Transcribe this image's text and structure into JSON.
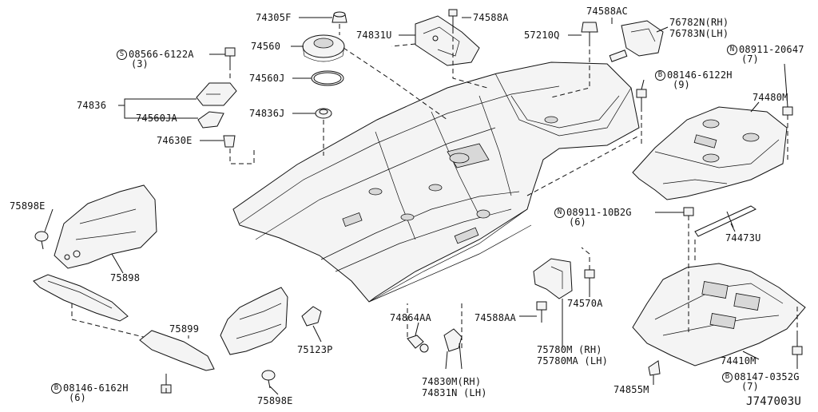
{
  "labels": {
    "p74305F": "74305F",
    "p74560": "74560",
    "p74560J": "74560J",
    "p74836J": "74836J",
    "p74831U": "74831U",
    "p74588A": "74588A",
    "p57210Q": "57210Q",
    "p74588AC": "74588AC",
    "p76782N": "76782N(RH)",
    "p76783N": "76783N(LH)",
    "p08911_20647": "08911-20647",
    "p08911_20647_qty": "(7)",
    "p08146_6122H": "08146-6122H",
    "p08146_6122H_qty": "(9)",
    "p74480M": "74480M",
    "p08566_6122A": "08566-6122A",
    "p08566_6122A_qty": "(3)",
    "p74836": "74836",
    "p74560JA": "74560JA",
    "p74630E": "74630E",
    "p75898E_left": "75898E",
    "p75898": "75898",
    "p08911_10B2G": "08911-10B2G",
    "p08911_10B2G_qty": "(6)",
    "p74473U": "74473U",
    "p75899": "75899",
    "p75123P": "75123P",
    "p74864AA": "74864AA",
    "p74588AA": "74588AA",
    "p74570A": "74570A",
    "p75780M": "75780M  (RH)",
    "p75780MA": "75780MA (LH)",
    "p74830M": "74830M(RH)",
    "p74831N": "74831N (LH)",
    "p08146_6162H": "08146-6162H",
    "p08146_6162H_qty": "(6)",
    "p75898E_bottom": "75898E",
    "p74410M": "74410M",
    "p08147_0352G": "08147-0352G",
    "p08147_0352G_qty": "(7)",
    "p74855M": "74855M",
    "diagram_code": "J747003U"
  },
  "markers": {
    "S": "S",
    "N": "N",
    "B": "B"
  }
}
